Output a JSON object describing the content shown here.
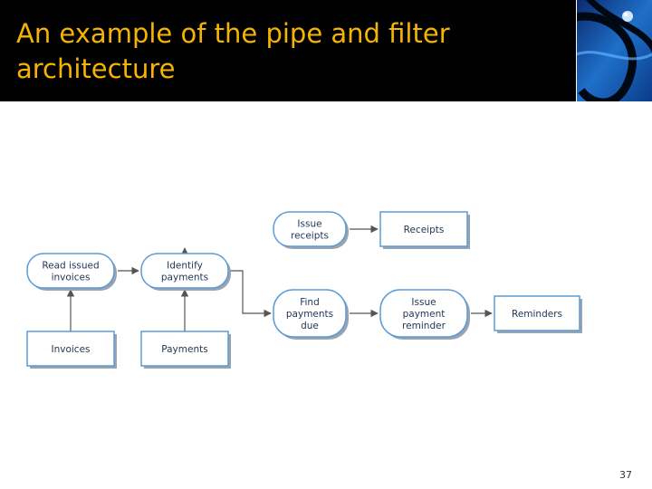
{
  "slide": {
    "title": "An example of the pipe and filter architecture",
    "slide_number": "37"
  },
  "logo": {
    "icon": "swirl-logo-icon"
  },
  "diagram": {
    "processes": [
      {
        "id": "read_issued_invoices",
        "lines": [
          "Read issued",
          "invoices"
        ]
      },
      {
        "id": "identify_payments",
        "lines": [
          "Identify",
          "payments"
        ]
      },
      {
        "id": "issue_receipts",
        "lines": [
          "Issue",
          "receipts"
        ]
      },
      {
        "id": "find_payments_due",
        "lines": [
          "Find",
          "payments",
          "due"
        ]
      },
      {
        "id": "issue_payment_reminder",
        "lines": [
          "Issue",
          "payment",
          "reminder"
        ]
      }
    ],
    "stores": [
      {
        "id": "invoices",
        "label": "Invoices"
      },
      {
        "id": "payments",
        "label": "Payments"
      },
      {
        "id": "receipts",
        "label": "Receipts"
      },
      {
        "id": "reminders",
        "label": "Reminders"
      }
    ],
    "flows": [
      {
        "from": "invoices",
        "to": "read_issued_invoices"
      },
      {
        "from": "payments",
        "to": "identify_payments"
      },
      {
        "from": "read_issued_invoices",
        "to": "identify_payments"
      },
      {
        "from": "identify_payments",
        "to": "issue_receipts"
      },
      {
        "from": "identify_payments",
        "to": "find_payments_due"
      },
      {
        "from": "issue_receipts",
        "to": "receipts"
      },
      {
        "from": "find_payments_due",
        "to": "issue_payment_reminder"
      },
      {
        "from": "issue_payment_reminder",
        "to": "reminders"
      }
    ]
  },
  "colors": {
    "title": "#f5b400",
    "header_background": "#000000",
    "node_border": "#5b9bd5",
    "node_text": "#1f3555",
    "connector": "#555555"
  }
}
